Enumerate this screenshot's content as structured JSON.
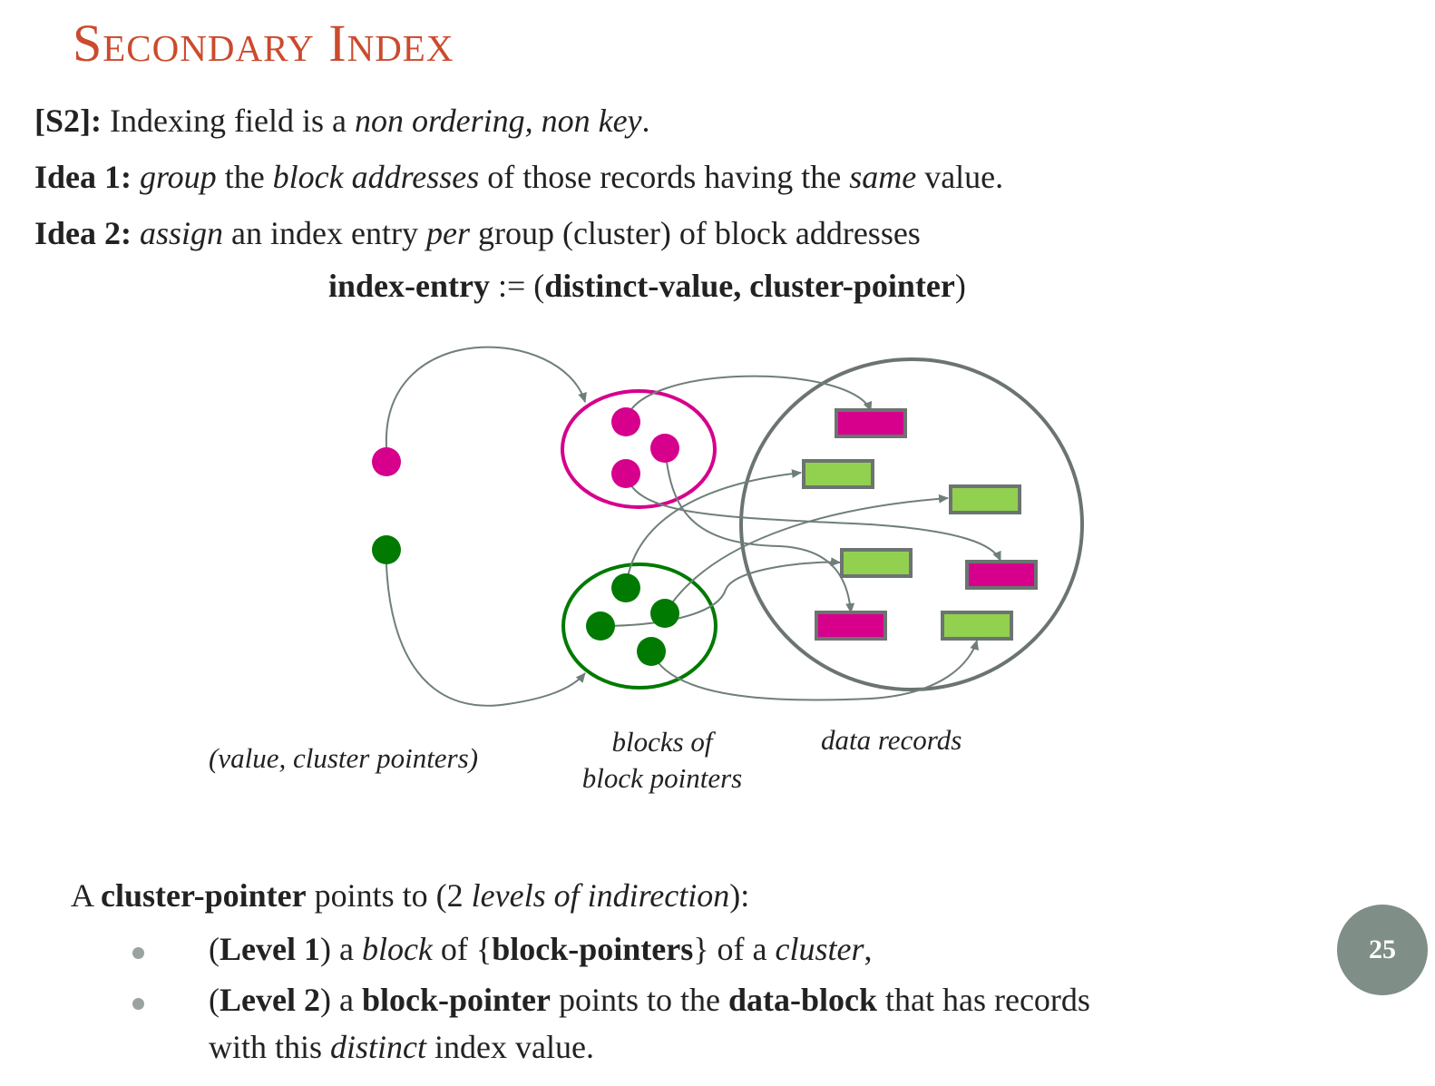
{
  "title": "Secondary Index",
  "lines": {
    "s2_label": "[S2]:",
    "s2_a": " Indexing field is a ",
    "s2_b": "non ordering, non key",
    "s2_c": ".",
    "idea1_label": "Idea 1:",
    "idea1_a": "group",
    "idea1_b": " the ",
    "idea1_c": "block addresses",
    "idea1_d": " of those records having the ",
    "idea1_e": "same",
    "idea1_f": " value.",
    "idea2_label": "Idea 2:",
    "idea2_a": "assign",
    "idea2_b": " an index entry ",
    "idea2_c": "per",
    "idea2_d": " group (cluster) of block addresses"
  },
  "formula": {
    "lhs": "index-entry",
    "op": " := (",
    "rhs": "distinct-value, cluster-pointer",
    "close": ")"
  },
  "diagram": {
    "colors": {
      "magenta": "#d6008c",
      "green": "#007a00",
      "record_green": "#92d050",
      "arrow": "#6f7f78",
      "outer": "#6b7470"
    },
    "captions": {
      "index": "(value, cluster pointers)",
      "blocks_line1": "blocks of",
      "blocks_line2": "block pointers",
      "records": "data records"
    }
  },
  "bottom": {
    "intro_a": "A ",
    "intro_b": "cluster-pointer",
    "intro_c": " points to (2 ",
    "intro_d": "levels of indirection",
    "intro_e": "):",
    "b1_a": "(",
    "b1_b": "Level 1",
    "b1_c": ") a ",
    "b1_d": "block",
    "b1_e": " of {",
    "b1_f": "block-pointers",
    "b1_g": "} of a ",
    "b1_h": "cluster",
    "b1_i": ",",
    "b2_a": "(",
    "b2_b": "Level 2",
    "b2_c": ") a ",
    "b2_d": "block-pointer",
    "b2_e": " points to the ",
    "b2_f": "data-block",
    "b2_g": " that has records",
    "b2_h": "with this ",
    "b2_i": "distinct",
    "b2_j": " index value."
  },
  "page_number": "25"
}
